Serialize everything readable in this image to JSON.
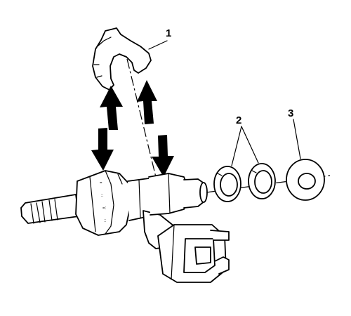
{
  "callouts": {
    "clip": "1",
    "seals": "2",
    "washer": "3"
  },
  "colors": {
    "line": "#000000",
    "fill": "#ffffff"
  },
  "icons": [
    "arrow-up-icon",
    "arrow-down-icon"
  ]
}
